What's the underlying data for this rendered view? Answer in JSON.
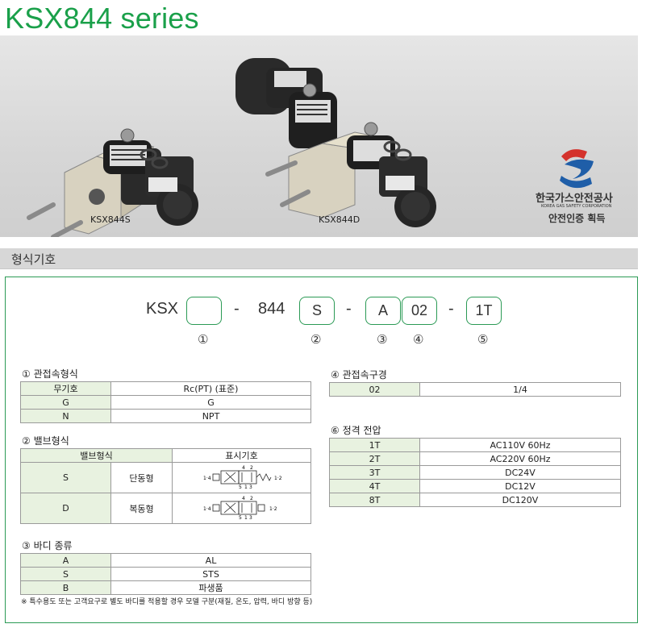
{
  "page_title": "KSX844 series",
  "photo": {
    "caption_single": "KSX844S",
    "caption_double": "KSX844D",
    "logo_kr": "한국가스안전공사",
    "logo_en": "KOREA GAS SAFETY CORPORATION",
    "cert": "안전인증 획득"
  },
  "section_label": "형식기호",
  "code": {
    "prefix": "KSX",
    "dash": "-",
    "body": "844",
    "box1": "",
    "box2": "S",
    "box3": "A",
    "box4": "02",
    "box5": "1T",
    "nums": [
      "①",
      "②",
      "③",
      "④",
      "⑤"
    ]
  },
  "t1": {
    "title": "① 관접속형식",
    "rows": [
      [
        "무기호",
        "Rc(PT) (표준)"
      ],
      [
        "G",
        "G"
      ],
      [
        "N",
        "NPT"
      ]
    ]
  },
  "t2": {
    "title": "② 밸브형식",
    "headers": [
      "밸브형식",
      "표시기호"
    ],
    "rows": [
      [
        "S",
        "단동형"
      ],
      [
        "D",
        "복동형"
      ]
    ],
    "sym": {
      "p4": "4",
      "p2": "2",
      "p5": "5",
      "p1": "1",
      "p3": "3",
      "l14": "1·4",
      "l12": "1·2"
    }
  },
  "t3": {
    "title": "③ 바디 종류",
    "rows": [
      [
        "A",
        "AL"
      ],
      [
        "S",
        "STS"
      ],
      [
        "B",
        "파생품"
      ]
    ]
  },
  "note": "※ 특수용도 또는 고객요구로 별도 바디를 적용할 경우 모델 구분(재질, 온도, 압력, 바디 방향 등)",
  "t4": {
    "title": "④ 관접속구경",
    "rows": [
      [
        "02",
        "1/4"
      ]
    ]
  },
  "t5": {
    "title": "⑥ 정격 전압",
    "rows": [
      [
        "1T",
        "AC110V 60Hz"
      ],
      [
        "2T",
        "AC220V 60Hz"
      ],
      [
        "3T",
        "DC24V"
      ],
      [
        "4T",
        "DC12V"
      ],
      [
        "8T",
        "DC120V"
      ]
    ]
  },
  "colors": {
    "accent_green": "#1aa04a",
    "border_green": "#2b9a55",
    "cell_green": "#e8f2e0"
  }
}
